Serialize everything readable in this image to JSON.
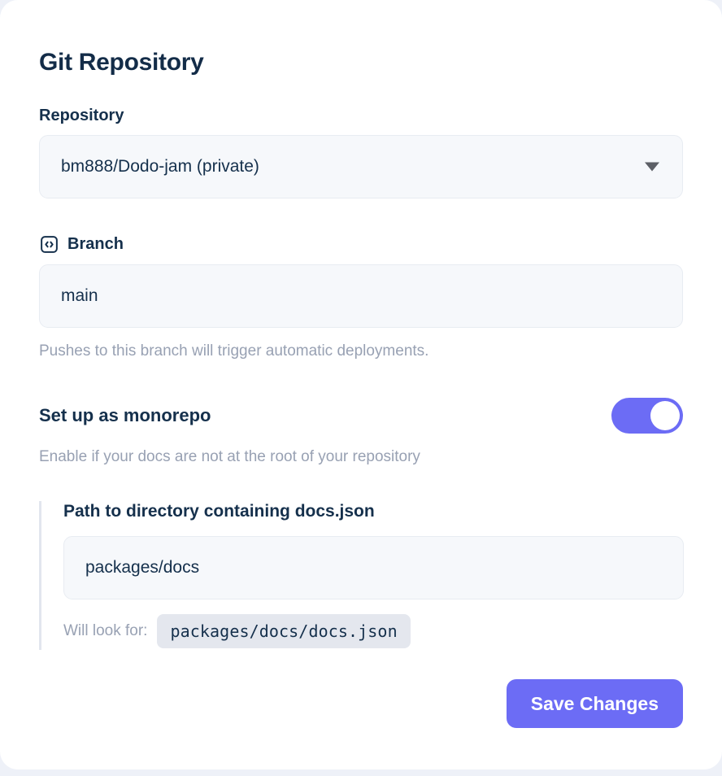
{
  "card": {
    "title": "Git Repository"
  },
  "repository": {
    "label": "Repository",
    "selected": "bm888/Dodo-jam (private)",
    "options": [
      "bm888/Dodo-jam (private)"
    ],
    "chevron_icon": "chevron-down-icon"
  },
  "branch": {
    "icon": "code-square-icon",
    "label": "Branch",
    "value": "main",
    "placeholder": "main",
    "helper": "Pushes to this branch will trigger automatic deployments."
  },
  "monorepo": {
    "title": "Set up as monorepo",
    "helper": "Enable if your docs are not at the root of your repository",
    "enabled": true,
    "path_heading": "Path to directory containing docs.json",
    "path_value": "packages/docs",
    "path_placeholder": "packages/docs",
    "lookfor_label": "Will look for:",
    "lookfor_path": "packages/docs/docs.json"
  },
  "actions": {
    "save_label": "Save Changes"
  },
  "colors": {
    "accent": "#6c6cf5",
    "heading": "#15304c",
    "helper": "#98a1b3",
    "input_bg": "#f6f8fb",
    "chip_bg": "#e4e7ee",
    "card_bg": "#ffffff",
    "page_bg": "#eef1f8"
  }
}
